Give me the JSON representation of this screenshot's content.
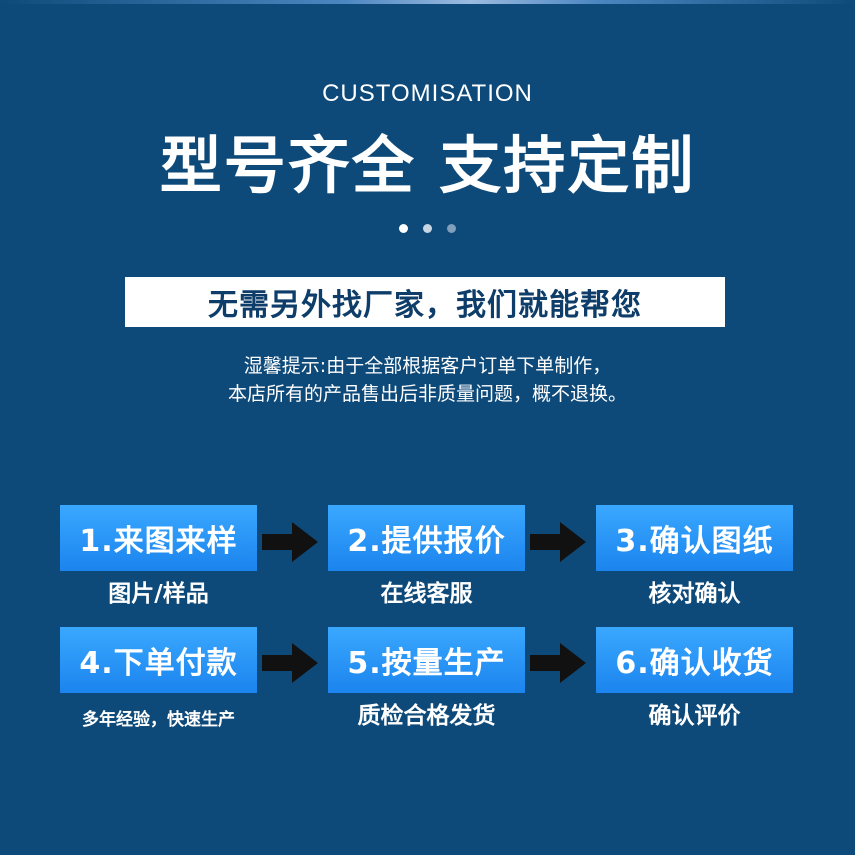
{
  "header": {
    "subtitle": "CUSTOMISATION",
    "headline": "型号齐全  支持定制"
  },
  "banner": {
    "text": "无需另外找厂家，我们就能帮您"
  },
  "note": {
    "line1": "湿馨提示:由于全部根据客户订单下单制作，",
    "line2": "本店所有的产品售出后非质量问题，概不退换。"
  },
  "steps": [
    {
      "label": "1.来图来样",
      "caption": "图片/样品"
    },
    {
      "label": "2.提供报价",
      "caption": "在线客服"
    },
    {
      "label": "3.确认图纸",
      "caption": "核对确认"
    },
    {
      "label": "4.下单付款",
      "caption": "多年经验，快速生产"
    },
    {
      "label": "5.按量生产",
      "caption": "质检合格发货"
    },
    {
      "label": "6.确认收货",
      "caption": "确认评价"
    }
  ],
  "colors": {
    "background": "#0e4a79",
    "step_box": "#2a97f8",
    "arrow": "#111111",
    "dot_active": "#ffffff",
    "dot_inactive": "#9fb6cc"
  }
}
